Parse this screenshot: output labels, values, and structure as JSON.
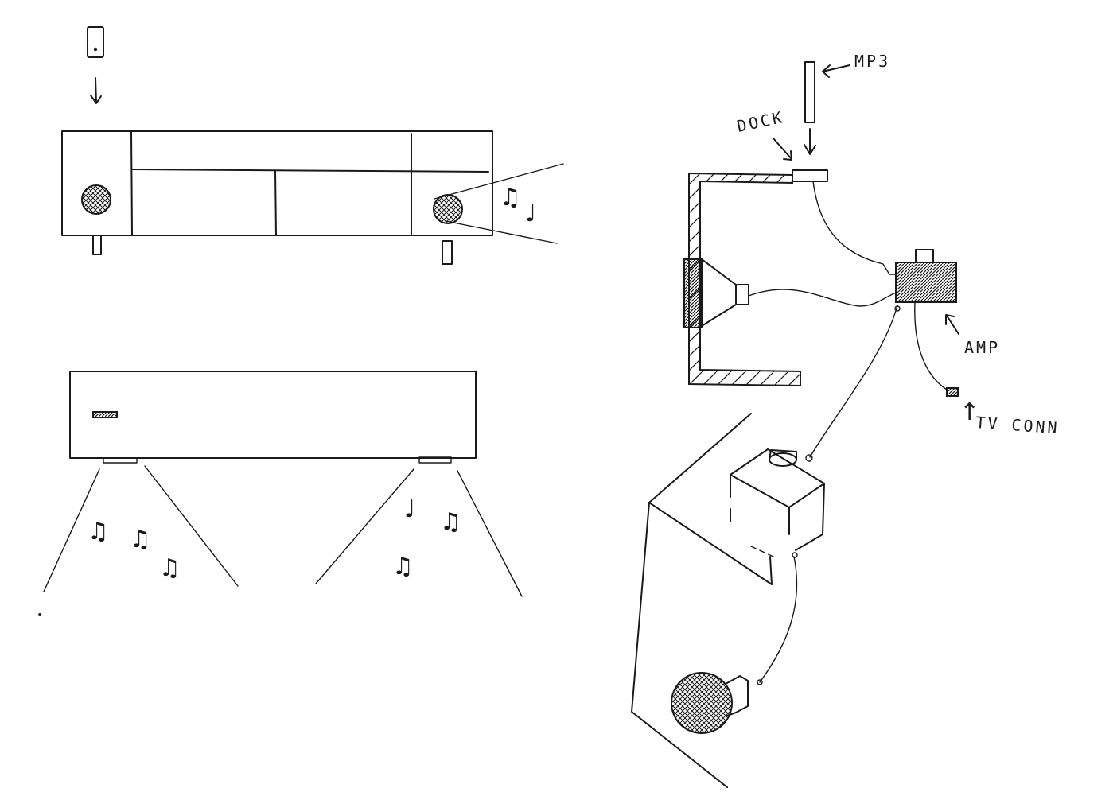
{
  "labels": {
    "mp3": "MP3",
    "dock": "DOCK",
    "amp": "AMP",
    "tv_conn": "TV CONN"
  },
  "glyphs": {
    "note_single": "♩",
    "note_beamed": "♫",
    "arrow_up": "↑"
  },
  "colors": {
    "ink": "#1a1a1a",
    "paper": "#ffffff"
  }
}
